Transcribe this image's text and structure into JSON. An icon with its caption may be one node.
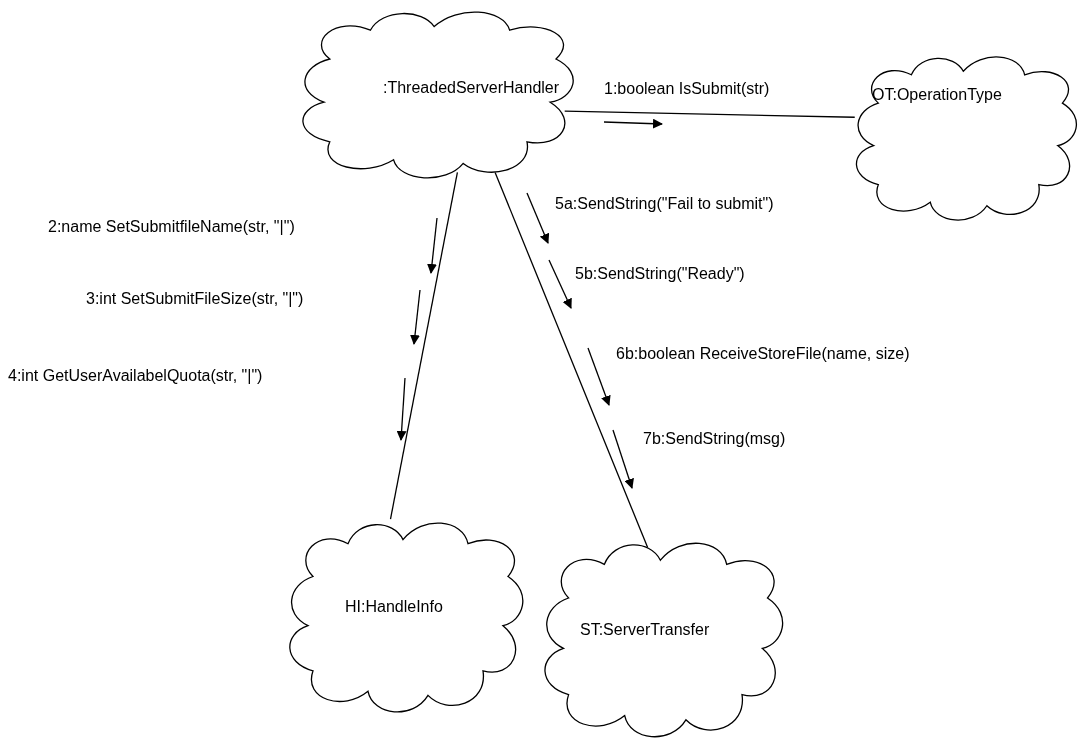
{
  "diagram": {
    "nodes": [
      {
        "text": [
          ":ThreadedServerHandler"
        ]
      },
      {
        "text": [
          "OT:OperationType"
        ]
      },
      {
        "text": [
          "HI:HandleInfo"
        ]
      },
      {
        "text": [
          "ST:ServerTransfer"
        ]
      }
    ],
    "edges": [
      {
        "from": 0,
        "to": 1,
        "arrow": "none"
      },
      {
        "from": 0,
        "to": 2,
        "arrow": "none"
      },
      {
        "from": 0,
        "to": 3,
        "arrow": "none"
      }
    ],
    "labels": [
      "1:boolean IsSubmit(str)",
      "5a:SendString(\"Fail to submit\")",
      "2:name SetSubmitfileName(str, \"|\")",
      "5b:SendString(\"Ready\")",
      "3:int SetSubmitFileSize(str, \"|\")",
      "6b:boolean ReceiveStoreFile(name, size)",
      "4:int GetUserAvailabelQuota(str, \"|\")",
      "7b:SendString(msg)"
    ]
  }
}
